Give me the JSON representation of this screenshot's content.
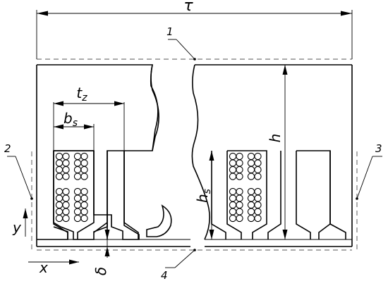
{
  "labels": {
    "tau": "τ",
    "tz": "t",
    "tz_sub": "z",
    "bs": "b",
    "bs_sub": "s",
    "h": "h",
    "hs": "h",
    "hs_sub": "s",
    "delta": "δ",
    "x": "x",
    "y": "y",
    "callout_1": "1",
    "callout_2": "2",
    "callout_3": "3",
    "callout_4": "4"
  }
}
